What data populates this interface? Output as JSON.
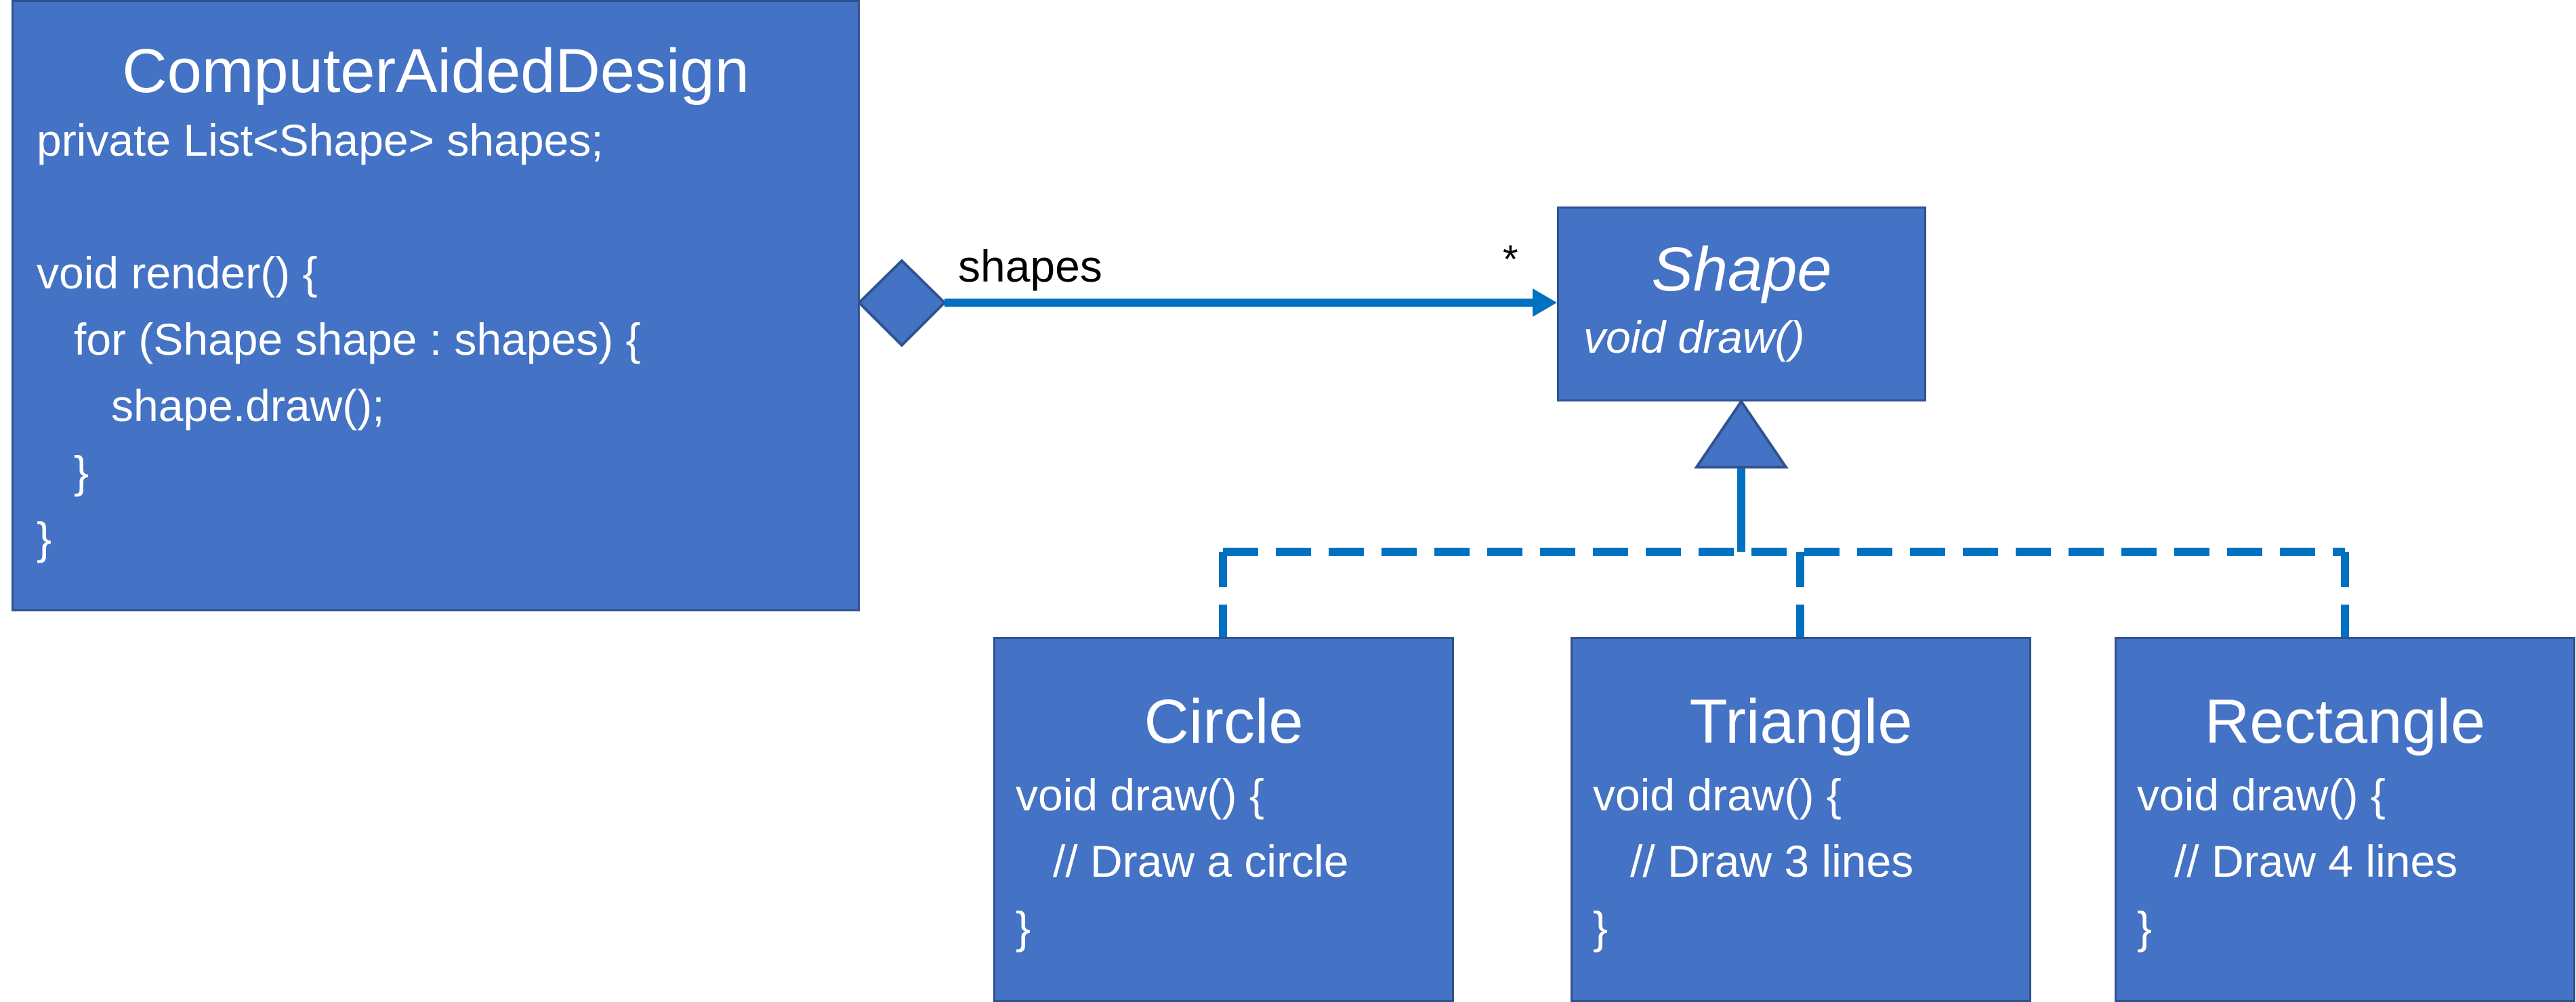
{
  "classes": {
    "computer_aided_design": {
      "name": "ComputerAidedDesign",
      "lines": [
        "private List<Shape> shapes;",
        "",
        "void render() {",
        "   for (Shape shape : shapes) {",
        "      shape.draw();",
        "   }",
        "}"
      ]
    },
    "shape": {
      "name": "Shape",
      "method": "void draw()"
    },
    "circle": {
      "name": "Circle",
      "lines": [
        "void draw() {",
        "   // Draw a circle",
        "}"
      ]
    },
    "triangle": {
      "name": "Triangle",
      "lines": [
        "void draw() {",
        "   // Draw 3 lines",
        "}"
      ]
    },
    "rectangle": {
      "name": "Rectangle",
      "lines": [
        "void draw() {",
        "   // Draw 4 lines",
        "}"
      ]
    }
  },
  "association": {
    "role": "shapes",
    "multiplicity": "*"
  },
  "colors": {
    "box_fill": "#4472c4",
    "box_border": "#2f528f",
    "connector": "#0070c0",
    "text": "#ffffff"
  }
}
